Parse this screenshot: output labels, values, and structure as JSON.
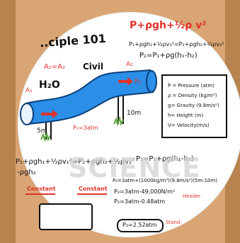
{
  "header": {
    "principle_title": "..ciple 101",
    "top_equation": "P+ρgh+½ρ v²"
  },
  "formulas": {
    "line1": "P₁+ρgh₁+½ρv₁²=P₂+ρgh₂+½ρv₂²",
    "line2": "P₂=P₁+ρg(h₁-h₂)",
    "bottom_left_line1": "P₁+ρgh₁+½ρv₁²=P₂+ρgh₂+½ρv₂²",
    "bottom_left_line2": "-ρgh₂",
    "bottom_right_line1": "P₂=P₁+ρg(h₁-h₂)",
    "bottom_right_line2": "P₂=3atm+(1000kg/m³)(9.8m/s²)(5m-10m)",
    "bottom_right_line3": "P₂=3atm-49,000N/m²",
    "bottom_right_line4": "P₂=3atm-0.48atm",
    "answer": "P₂=2.52atm"
  },
  "labels": {
    "a1_eq_a2": "A₁=A₂",
    "civil": "Civil",
    "a2": "A₂",
    "p2": "P₂",
    "h2o": "H₂O",
    "a1": "A₁",
    "height_left": "5m",
    "p1_value": "P₁=3atm",
    "height_right": "10m",
    "constant_left": "Constant",
    "constant_mid": "Constant",
    "stand": "Stand",
    "header_note": "Header",
    "watermark": "SCIENCE"
  },
  "legend": {
    "p": "P = Pressure (atm)",
    "rho": "ρ = Density (kg/m³)",
    "g": "g= Gravity (9.8m/s²)",
    "h": "h= Height (m)",
    "v": "V= Velocity(m/s)"
  },
  "colors": {
    "background": "#d9a574",
    "pipe": "#2b8fe8",
    "arrow": "#e1322a",
    "ink": "#111111"
  }
}
